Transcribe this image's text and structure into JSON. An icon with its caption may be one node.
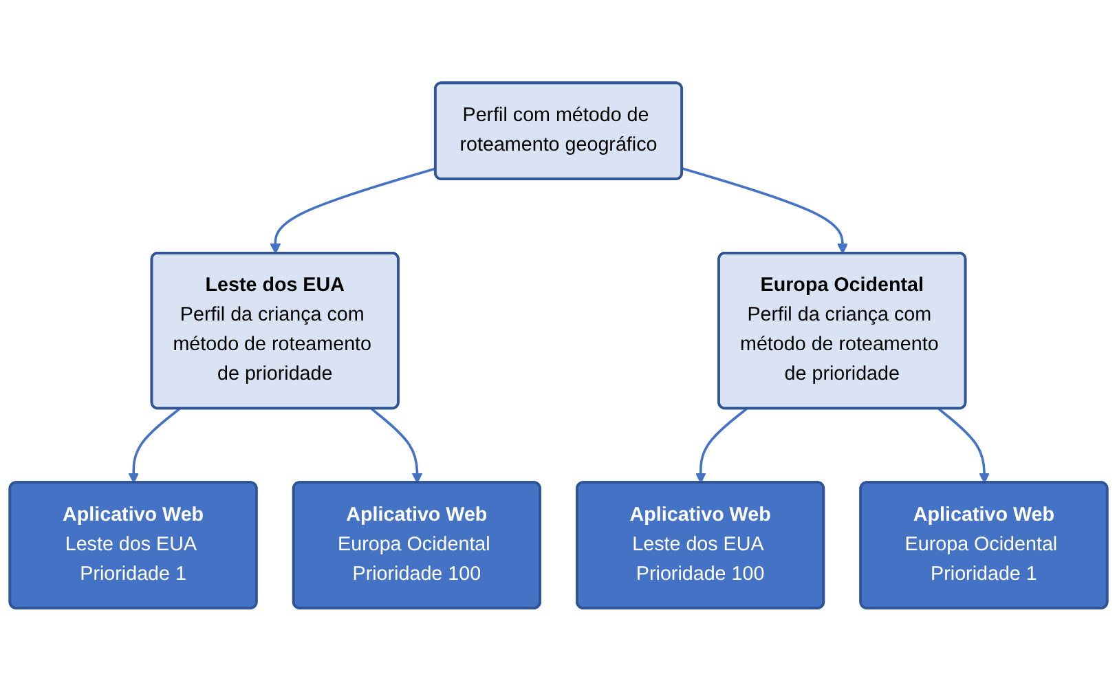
{
  "diagram": {
    "nodes": [
      {
        "text": [
          "Perfil com método de roteamento geográfico"
        ]
      },
      {
        "text": [
          "Leste dos EUA",
          "Perfil da criança com método de roteamento de prioridade"
        ]
      },
      {
        "text": [
          "Europa Ocidental",
          "Perfil da criança com método de roteamento de prioridade"
        ]
      },
      {
        "text": [
          "Aplicativo Web",
          "Leste dos EUA Prioridade 1"
        ]
      },
      {
        "text": [
          "Aplicativo Web",
          "Europa Ocidental Prioridade 100"
        ]
      },
      {
        "text": [
          "Aplicativo Web",
          "Leste dos EUA Prioridade 100"
        ]
      },
      {
        "text": [
          "Aplicativo Web",
          "Europa Ocidental Prioridade 1"
        ]
      }
    ],
    "edges": [
      {
        "from": 0,
        "to": 1,
        "arrow": "to"
      },
      {
        "from": 0,
        "to": 2,
        "arrow": "to"
      },
      {
        "from": 1,
        "to": 3,
        "arrow": "to"
      },
      {
        "from": 1,
        "to": 4,
        "arrow": "to"
      },
      {
        "from": 2,
        "to": 5,
        "arrow": "to"
      },
      {
        "from": 2,
        "to": 6,
        "arrow": "to"
      }
    ]
  }
}
